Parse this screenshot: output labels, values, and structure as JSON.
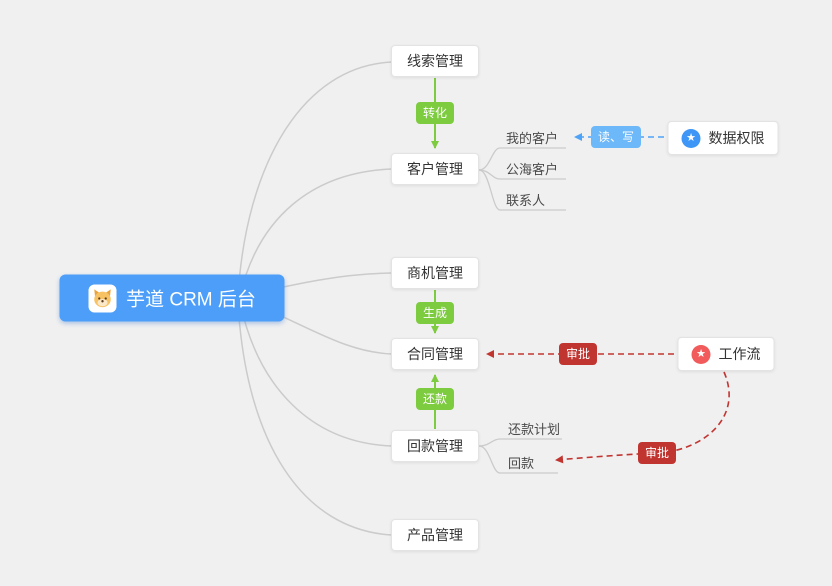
{
  "root": {
    "label": "芋道 CRM 后台"
  },
  "modules": {
    "leads": "线索管理",
    "customers": "客户管理",
    "opportunities": "商机管理",
    "contracts": "合同管理",
    "receivables": "回款管理",
    "products": "产品管理"
  },
  "customers_children": {
    "my": "我的客户",
    "public": "公海客户",
    "contacts": "联系人"
  },
  "receivables_children": {
    "plan": "还款计划",
    "payment": "回款"
  },
  "external": {
    "data_permission": "数据权限",
    "workflow": "工作流"
  },
  "edge_labels": {
    "convert": "转化",
    "generate": "生成",
    "repay": "还款",
    "read_write": "读、写",
    "approve_contract": "审批",
    "approve_receivable": "审批"
  },
  "icons": {
    "star_glyph": "★"
  },
  "colors": {
    "root_bg": "#4D9EF8",
    "node_bg": "#FFFFFF",
    "green_edge": "#7DCB3F",
    "red_edge": "#C13531",
    "blue_edge": "#4FA3F7",
    "blue_badge": "#6CB8F8",
    "data_permission_icon": "#3E97F6",
    "workflow_icon": "#F15B5B",
    "connector_gray": "#CBCBCB",
    "background": "#F0F0F0"
  }
}
